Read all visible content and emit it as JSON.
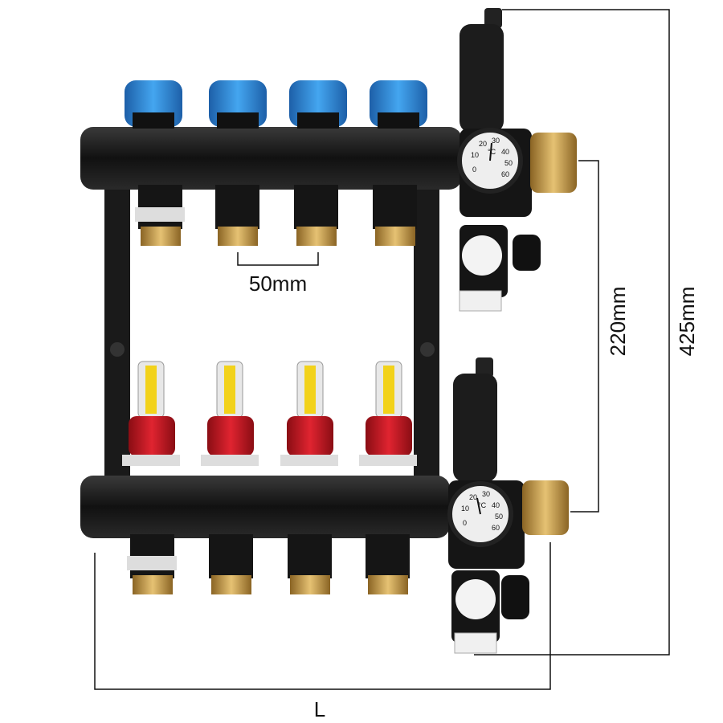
{
  "dimensions": {
    "outlet_spacing": "50mm",
    "connection_height": "220mm",
    "total_height": "425mm",
    "length": "L"
  },
  "thermometer": {
    "scale": [
      "0",
      "10",
      "20",
      "30",
      "40",
      "50",
      "60"
    ],
    "unit": "°C"
  },
  "colors": {
    "body": "#1b1b1b",
    "blue_cap": "#2f8fe0",
    "red_cap": "#c8121e",
    "brass": "#c79a45",
    "flowmeter": "#f2d21b"
  }
}
